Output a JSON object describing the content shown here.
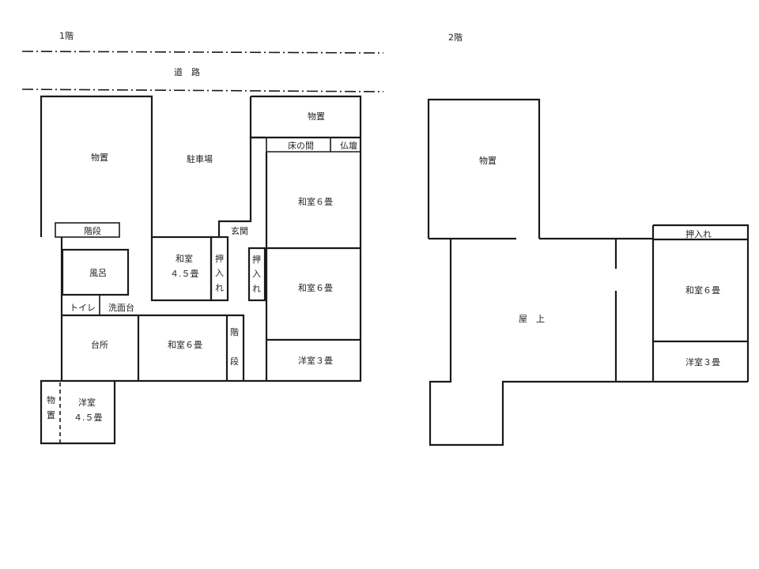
{
  "floor1": {
    "title": "1階",
    "road": "道　路",
    "storage_left": "物置",
    "parking": "駐車場",
    "storage_top_right": "物置",
    "tokonoma": "床の間",
    "butsudan": "仏壇",
    "washitsu6_a": "和室６畳",
    "stairs_top": "階段",
    "entrance": "玄関",
    "bath": "風呂",
    "washitsu45_l1": "和室",
    "washitsu45_l2": "４.５畳",
    "oshiire_a": [
      "押",
      "入",
      "れ"
    ],
    "oshiire_b": [
      "押",
      "入",
      "れ"
    ],
    "washitsu6_b": "和室６畳",
    "toilet": "トイレ",
    "washbasin": "洗面台",
    "kitchen": "台所",
    "washitsu6_c": "和室６畳",
    "stairs_lower": [
      "階",
      "段"
    ],
    "youshitsu3": "洋室３畳",
    "storage_bottom": [
      "物",
      "置"
    ],
    "youshitsu45_l1": "洋室",
    "youshitsu45_l2": "４.５畳"
  },
  "floor2": {
    "title": "2階",
    "storage": "物置",
    "oshiire": "押入れ",
    "washitsu6": "和室６畳",
    "rooftop": "屋　上",
    "youshitsu3": "洋室３畳"
  }
}
